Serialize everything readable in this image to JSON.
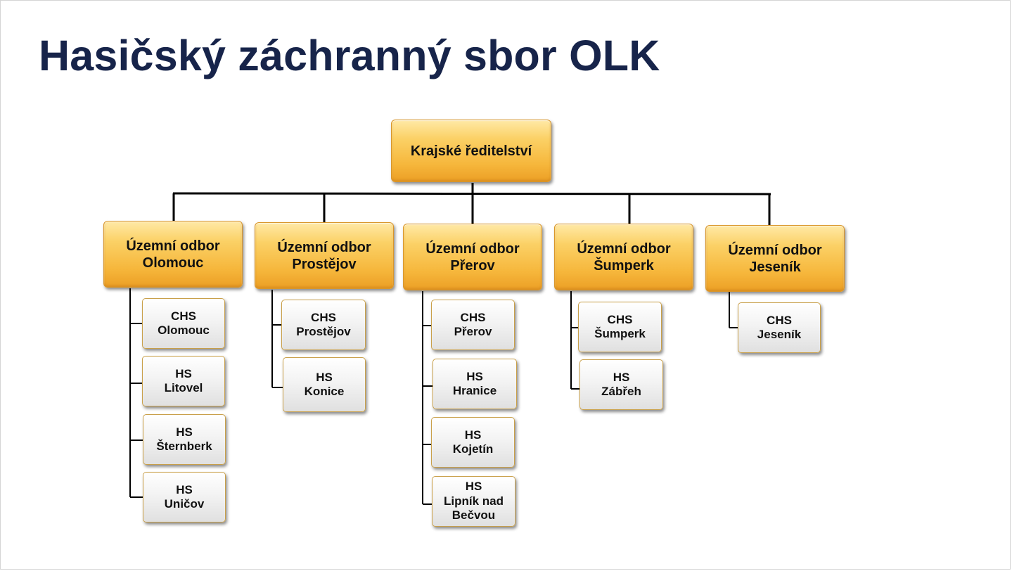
{
  "title": "Hasičský záchranný sbor OLK",
  "colors": {
    "title": "#17244a",
    "gold": "#f6b73c",
    "gray": "#e6e6e6",
    "line": "#000000"
  },
  "root": {
    "label": "Krajské ředitelství"
  },
  "departments": [
    {
      "line1": "Územní odbor",
      "line2": "Olomouc",
      "stations": [
        {
          "type": "CHS",
          "name": "Olomouc"
        },
        {
          "type": "HS",
          "name": "Litovel"
        },
        {
          "type": "HS",
          "name": "Šternberk"
        },
        {
          "type": "HS",
          "name": "Uničov"
        }
      ]
    },
    {
      "line1": "Územní odbor",
      "line2": "Prostějov",
      "stations": [
        {
          "type": "CHS",
          "name": "Prostějov"
        },
        {
          "type": "HS",
          "name": "Konice"
        }
      ]
    },
    {
      "line1": "Územní odbor",
      "line2": "Přerov",
      "stations": [
        {
          "type": "CHS",
          "name": "Přerov"
        },
        {
          "type": "HS",
          "name": "Hranice"
        },
        {
          "type": "HS",
          "name": "Kojetín"
        },
        {
          "type": "HS",
          "name": "Lipník nad Bečvou"
        }
      ]
    },
    {
      "line1": "Územní odbor",
      "line2": "Šumperk",
      "stations": [
        {
          "type": "CHS",
          "name": "Šumperk"
        },
        {
          "type": "HS",
          "name": "Zábřeh"
        }
      ]
    },
    {
      "line1": "Územní odbor",
      "line2": "Jeseník",
      "stations": [
        {
          "type": "CHS",
          "name": "Jeseník"
        }
      ]
    }
  ]
}
